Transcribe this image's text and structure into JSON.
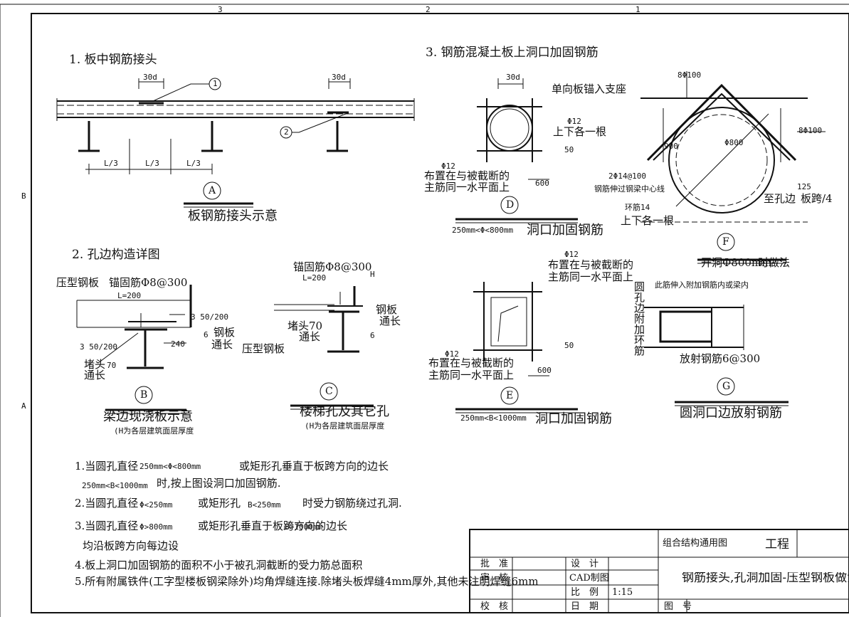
{
  "frame": {
    "top_marks": [
      "3",
      "2",
      "1"
    ],
    "side_marks": [
      "B",
      "A"
    ]
  },
  "sec1": {
    "title": "1. 板中钢筋接头",
    "dim_30d_a": "30d",
    "dim_30d_b": "30d",
    "callout1": "1",
    "callout2": "2",
    "l3": [
      "L/3",
      "L/3",
      "L/3"
    ],
    "tag": "A",
    "caption": "板钢筋接头示意"
  },
  "sec2": {
    "title": "2. 孔边构造详图",
    "b": {
      "label_deck": "压型钢板",
      "label_anchor": "锚固筋Φ8@300",
      "label_l": "L=200",
      "label_350": "3 50/200",
      "label_steel": "钢板",
      "label_long": "通长",
      "label_240": "240",
      "label_350b": "3 50/200",
      "label_stop": "堵头",
      "label_70": "70",
      "label_long2": "通长",
      "label_6": "6",
      "tag": "B",
      "caption": "梁边现浇板示意",
      "note": "(H为各层建筑面层厚度"
    },
    "c": {
      "label_anchor": "锚固筋Φ8@300",
      "label_l": "L=200",
      "label_steel": "钢板",
      "label_long": "通长",
      "label_stop": "堵头70",
      "label_long2": "通长",
      "label_deck": "压型钢板",
      "label_6": "6",
      "label_h": "H",
      "tag": "C",
      "caption": "楼梯孔及其它孔",
      "note": "(H为各层建筑面层厚度"
    }
  },
  "sec3": {
    "title": "3. 钢筋混凝土板上洞口加固钢筋",
    "d": {
      "dim_30d": "30d",
      "label_anchor": "单向板锚入支座",
      "label_phi12": "Φ12",
      "label_each": "上下各一根",
      "label_phi12b": "Φ12",
      "label_place1": "布置在与被截断的",
      "label_place2": "主筋同一水平面上",
      "dim_50": "50",
      "dim_600": "600",
      "tag": "D",
      "range": "250mm<Φ<800mm",
      "caption": "洞口加固钢筋"
    },
    "e": {
      "label_phi12": "Φ12",
      "label_place1": "布置在与被截断的",
      "label_place2": "主筋同一水平面上",
      "label_phi12b": "Φ12",
      "label_place3": "布置在与被截断的",
      "label_place4": "主筋同一水平面上",
      "dim_50": "50",
      "dim_600": "600",
      "tag": "E",
      "range": "250mm<B<1000mm",
      "caption": "洞口加固钢筋"
    },
    "f": {
      "dim_8a": "8Φ100",
      "dim_8b": "8Φ100",
      "dim_900": "900",
      "dim_800": "Φ800",
      "label_214": "2Φ14@100",
      "label_beam": "钢筋伸过钢梁中心线",
      "label_ring": "环筋14",
      "label_each": "上下各一根",
      "dim_125": "125",
      "label_edge": "至孔边",
      "label_span": "板跨/4",
      "tag": "F",
      "caption": "开洞Φ800mm",
      "caption2": "时做法"
    },
    "g": {
      "label_ring": "圆孔边附加环筋",
      "label_note": "此筋伸入附加钢筋内或梁内",
      "label_radial": "放射钢筋6@300",
      "tag": "G",
      "caption": "圆洞口边放射钢筋"
    }
  },
  "notes": [
    {
      "a": "1.当圆孔直径",
      "b": "250mm<Φ<800mm",
      "c": "或矩形孔垂直于板跨方向的边长"
    },
    {
      "a": "250mm<B<1000mm",
      "b": "时,按上图设洞口加固钢筋."
    },
    {
      "a": "2.当圆孔直径",
      "b": "Φ<250mm",
      "c": "或矩形孔",
      "d": "B<250mm",
      "e": "时受力钢筋绕过孔洞."
    },
    {
      "a": "3.当圆孔直径",
      "b": "Φ>800mm",
      "c": "或矩形孔垂直于板跨方向的边长",
      "d": "B>1000mm"
    },
    {
      "a": "均沿板跨方向每边设"
    },
    {
      "a": "4.板上洞口加固钢筋的面积不小于被孔洞截断的受力筋总面积"
    },
    {
      "a": "5.所有附属铁件(工字型楼板钢梁除外)均角焊缝连接.除堵头板焊缝4mm厚外,其他未注明焊缝6mm"
    }
  ],
  "titleblock": {
    "project": "组合结构通用图",
    "project_suffix": "工程",
    "approve": "批　准",
    "review": "审　核",
    "check": "校　核",
    "design": "设　计",
    "cad": "CAD制图",
    "scale_label": "比　例",
    "scale_value": "1:15",
    "date": "日　期",
    "drawing_title": "钢筋接头,孔洞加固-压型钢板做法",
    "drawing_no": "图　号"
  }
}
